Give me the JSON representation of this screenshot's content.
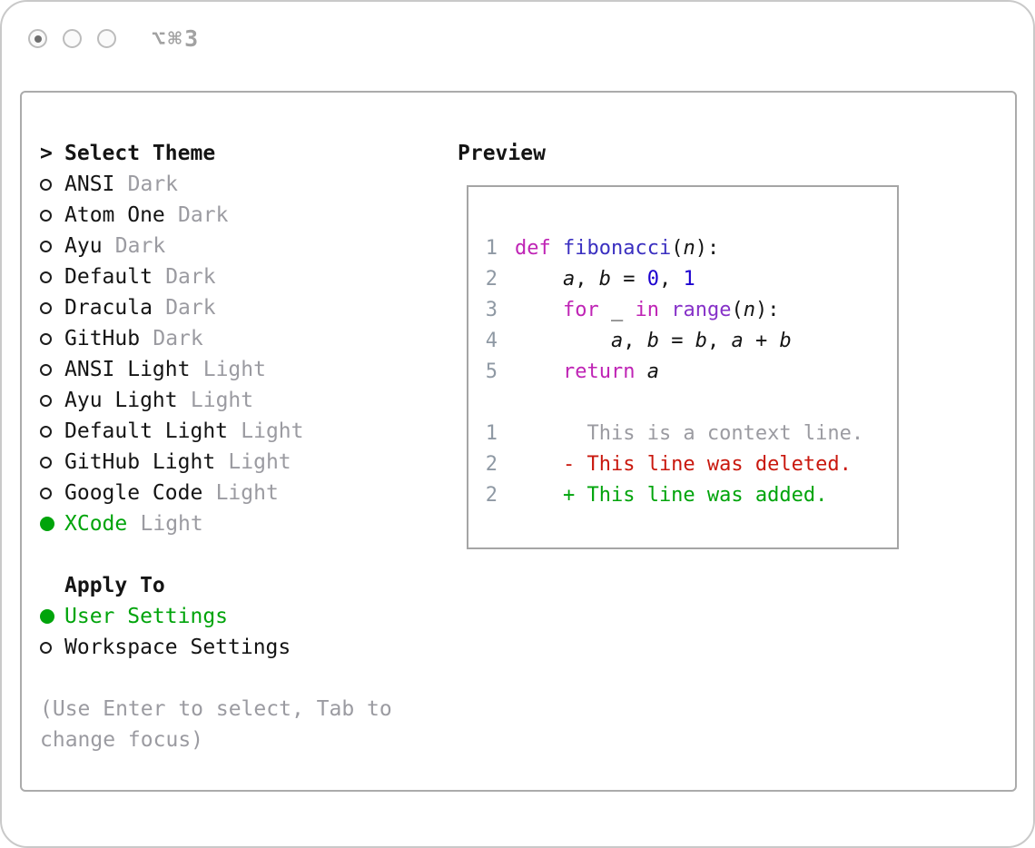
{
  "window": {
    "hotkey": "⌥⌘3"
  },
  "theme_selector": {
    "title_prefix": ">",
    "title": "Select Theme",
    "items": [
      {
        "name": "ANSI",
        "variant": "Dark",
        "selected": false
      },
      {
        "name": "Atom One",
        "variant": "Dark",
        "selected": false
      },
      {
        "name": "Ayu",
        "variant": "Dark",
        "selected": false
      },
      {
        "name": "Default",
        "variant": "Dark",
        "selected": false
      },
      {
        "name": "Dracula",
        "variant": "Dark",
        "selected": false
      },
      {
        "name": "GitHub",
        "variant": "Dark",
        "selected": false
      },
      {
        "name": "ANSI Light",
        "variant": "Light",
        "selected": false
      },
      {
        "name": "Ayu Light",
        "variant": "Light",
        "selected": false
      },
      {
        "name": "Default Light",
        "variant": "Light",
        "selected": false
      },
      {
        "name": "GitHub Light",
        "variant": "Light",
        "selected": false
      },
      {
        "name": "Google Code",
        "variant": "Light",
        "selected": false
      },
      {
        "name": "XCode",
        "variant": "Light",
        "selected": true
      }
    ]
  },
  "apply_to": {
    "title": "Apply To",
    "options": [
      {
        "label": "User Settings",
        "selected": true
      },
      {
        "label": "Workspace Settings",
        "selected": false
      }
    ]
  },
  "help": {
    "line1": "(Use Enter to select, Tab to",
    "line2": "change focus)"
  },
  "preview": {
    "title": "Preview",
    "lines": [
      {
        "num": "1",
        "tokens": [
          {
            "t": "def ",
            "c": "kw"
          },
          {
            "t": "fibonacci",
            "c": "fn"
          },
          {
            "t": "("
          },
          {
            "t": "n",
            "i": true
          },
          {
            "t": "):"
          }
        ]
      },
      {
        "num": "2",
        "tokens": [
          {
            "t": "    "
          },
          {
            "t": "a",
            "i": true
          },
          {
            "t": ", "
          },
          {
            "t": "b",
            "i": true
          },
          {
            "t": " = "
          },
          {
            "t": "0",
            "c": "num"
          },
          {
            "t": ", "
          },
          {
            "t": "1",
            "c": "num"
          }
        ]
      },
      {
        "num": "3",
        "tokens": [
          {
            "t": "    "
          },
          {
            "t": "for",
            "c": "kw"
          },
          {
            "t": " _ "
          },
          {
            "t": "in",
            "c": "kw"
          },
          {
            "t": " "
          },
          {
            "t": "range",
            "c": "builtin"
          },
          {
            "t": "("
          },
          {
            "t": "n",
            "i": true
          },
          {
            "t": "):"
          }
        ]
      },
      {
        "num": "4",
        "tokens": [
          {
            "t": "        "
          },
          {
            "t": "a",
            "i": true
          },
          {
            "t": ", "
          },
          {
            "t": "b",
            "i": true
          },
          {
            "t": " = "
          },
          {
            "t": "b",
            "i": true
          },
          {
            "t": ", "
          },
          {
            "t": "a",
            "i": true
          },
          {
            "t": " + "
          },
          {
            "t": "b",
            "i": true
          }
        ]
      },
      {
        "num": "5",
        "tokens": [
          {
            "t": "    "
          },
          {
            "t": "return",
            "c": "kw"
          },
          {
            "t": " "
          },
          {
            "t": "a",
            "i": true
          }
        ]
      },
      {
        "num": "",
        "tokens": []
      },
      {
        "num": "1",
        "tokens": [
          {
            "t": "      This is a context line.",
            "c": "ctx"
          }
        ]
      },
      {
        "num": "2",
        "tokens": [
          {
            "t": "    - This line was deleted.",
            "c": "del"
          }
        ]
      },
      {
        "num": "2",
        "tokens": [
          {
            "t": "    + This line was added.",
            "c": "add"
          }
        ]
      }
    ]
  },
  "colors": {
    "text": "#141414",
    "muted": "#9b9ba1",
    "green": "#00a40b",
    "red": "#c9180e",
    "keyword": "#bf24b5",
    "function_name": "#3a2fc0",
    "builtin": "#8631c8",
    "number_literal": "#1c00cf",
    "line_number": "#8f99a4"
  }
}
